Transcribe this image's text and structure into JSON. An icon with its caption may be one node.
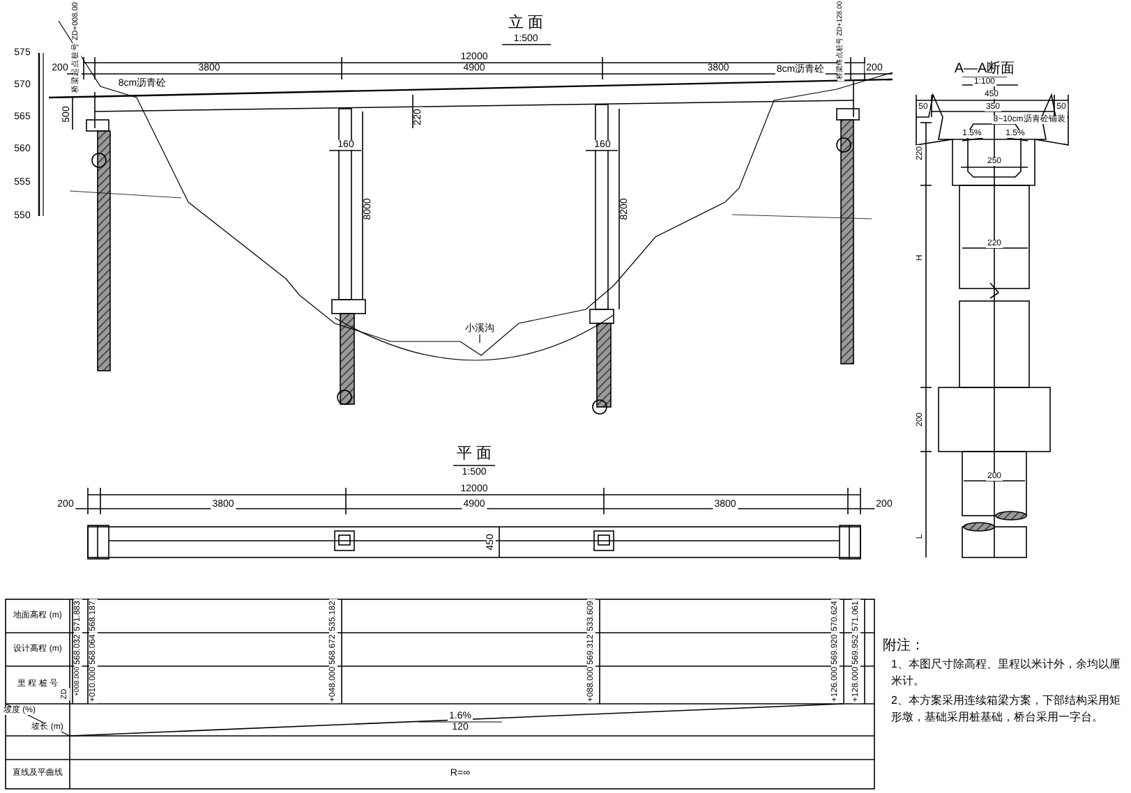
{
  "diagram": {
    "labels": [
      "立 面",
      "1:500",
      "桥梁起点桩号 ZD+008.00",
      "桥梁终点桩号 ZD+128.00",
      "12000",
      "200",
      "3800",
      "4900",
      "3800",
      "200",
      "8cm沥青砼",
      "8cm沥青砼",
      "500",
      "220",
      "160",
      "8000",
      "160",
      "8200",
      "小溪沟",
      "575",
      "570",
      "565",
      "560",
      "555",
      "550",
      "平 面",
      "1:500",
      "12000",
      "200",
      "3800",
      "4900",
      "3800",
      "200",
      "450",
      "A—A断面",
      "1:100",
      "450",
      "50",
      "350",
      "50",
      "8~10cm沥青砼铺装",
      "1.5%",
      "1.5%",
      "220",
      "250",
      "H",
      "220",
      "200",
      "200",
      "L",
      "地面高程 (m)",
      "设计高程 (m)",
      "里 程 桩 号",
      "坡度 (%)",
      "坡长 (m)",
      "直线及平曲线",
      "571.883",
      "568.187",
      "535.182",
      "533.609",
      "570.624",
      "571.061",
      "568.032",
      "568.064",
      "568.672",
      "569.312",
      "569.920",
      "569.952",
      "ZD",
      "+008.000",
      "+010.000",
      "+048.000",
      "+088.000",
      "+126.000",
      "+128.000",
      "1.6%",
      "120",
      "R=∞",
      "附注：",
      "1、本图尺寸除高程、里程以米计外，余均以厘米计。",
      "2、本方案采用连续箱梁方案，下部结构采用矩形墩，基础采用桩基础，桥台采用一字台。"
    ]
  }
}
